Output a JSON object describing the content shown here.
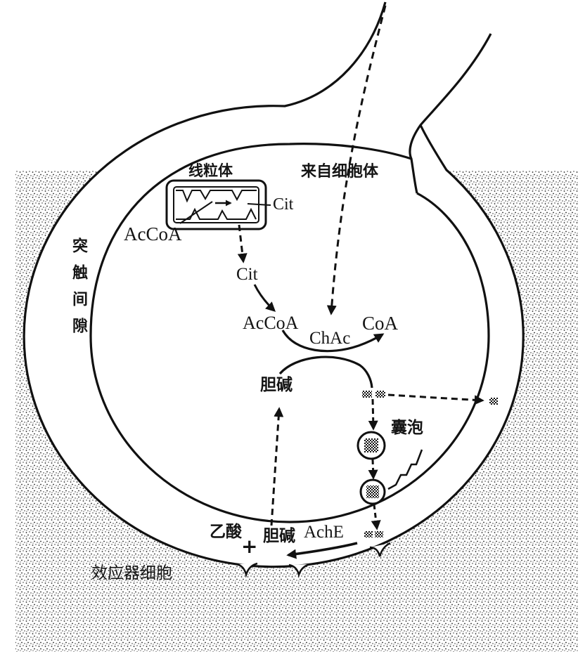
{
  "diagram": {
    "mitochondrion_label": "线粒体",
    "from_cell_body": "来自细胞体",
    "mito_cit": "Cit",
    "mito_accoa": "AcCoA",
    "cit": "Cit",
    "accoa": "AcCoA",
    "chac": "ChAc",
    "coa": "CoA",
    "choline": "胆碱",
    "vesicle": "囊泡",
    "synaptic_cleft": "突触间隙",
    "acetic_acid": "乙酸",
    "plus": "+",
    "choline_released": "胆碱",
    "ache": "AchE",
    "effector_cell": "效应器细胞"
  }
}
